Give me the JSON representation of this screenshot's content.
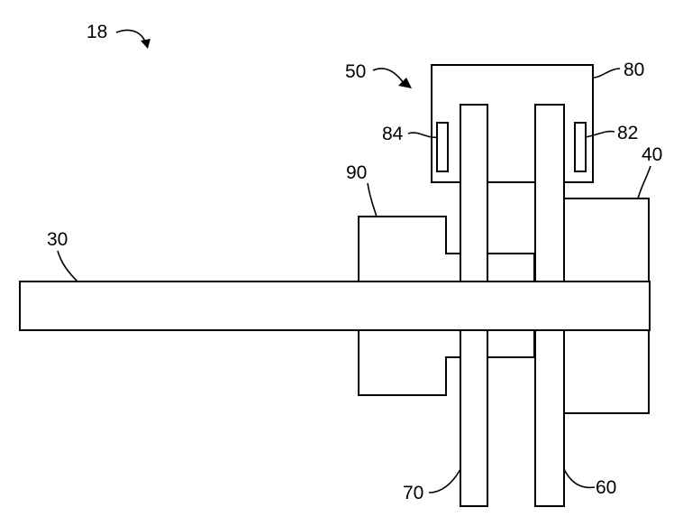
{
  "figure": {
    "labels": {
      "assembly": "18",
      "brake": "50",
      "caliper": "80",
      "pad_left": "84",
      "pad_right": "82",
      "housing": "40",
      "hub": "90",
      "shaft": "30",
      "disc_left": "70",
      "disc_right": "60"
    }
  }
}
